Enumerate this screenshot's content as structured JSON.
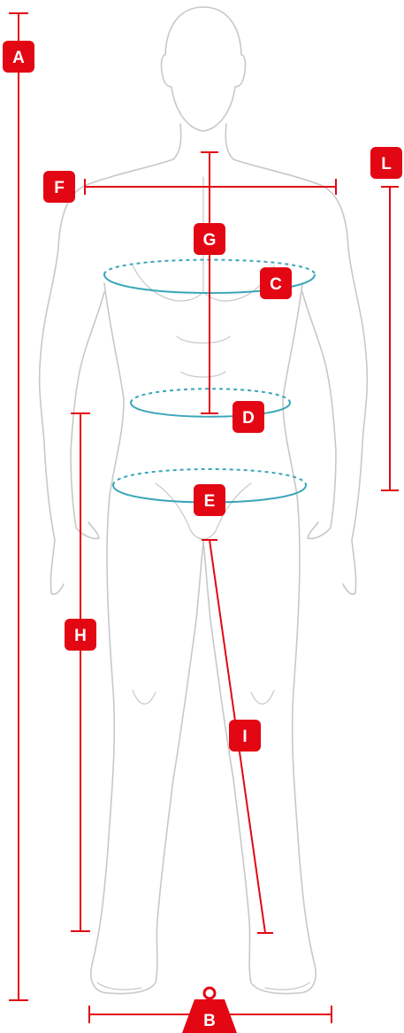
{
  "colors": {
    "measure_line": "#e30613",
    "circumference_line": "#3aa6b9",
    "figure_outline": "#c8c8c8",
    "badge_text": "#ffffff"
  },
  "labels": {
    "A": "A",
    "B": "B",
    "C": "C",
    "D": "D",
    "E": "E",
    "F": "F",
    "G": "G",
    "H": "H",
    "I": "I",
    "L": "L"
  }
}
